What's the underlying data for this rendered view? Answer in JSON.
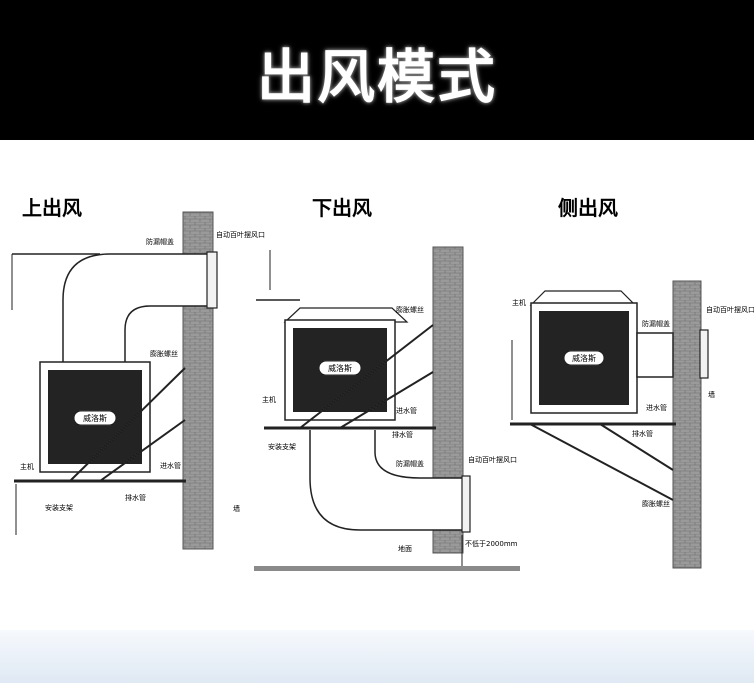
{
  "header": {
    "title": "出风模式"
  },
  "modes": [
    {
      "title": "上出风",
      "brand": "威洛斯",
      "labels": {
        "vent": "自动百叶摆风口",
        "hood": "防漏帽盖",
        "bolt": "膨胀螺丝",
        "unit": "主机",
        "bracket": "安装支架",
        "drain": "排水管",
        "inlet": "进水管",
        "wall": "墙"
      }
    },
    {
      "title": "下出风",
      "brand": "威洛斯",
      "labels": {
        "bolt": "膨胀螺丝",
        "unit": "主机",
        "bracket": "安装支架",
        "inlet": "进水管",
        "drain": "排水管",
        "hood": "防漏帽盖",
        "vent": "自动百叶摆风口",
        "ground": "地面",
        "height": "不低于2000mm"
      }
    },
    {
      "title": "侧出风",
      "brand": "威洛斯",
      "labels": {
        "unit": "主机",
        "vent": "自动百叶摆风口",
        "hood": "防漏帽盖",
        "inlet": "进水管",
        "drain": "排水管",
        "wall": "墙",
        "bolt": "膨胀螺丝"
      }
    }
  ],
  "colors": {
    "header_bg": "#000000",
    "line": "#222222",
    "wall": "#8a8a8a"
  }
}
